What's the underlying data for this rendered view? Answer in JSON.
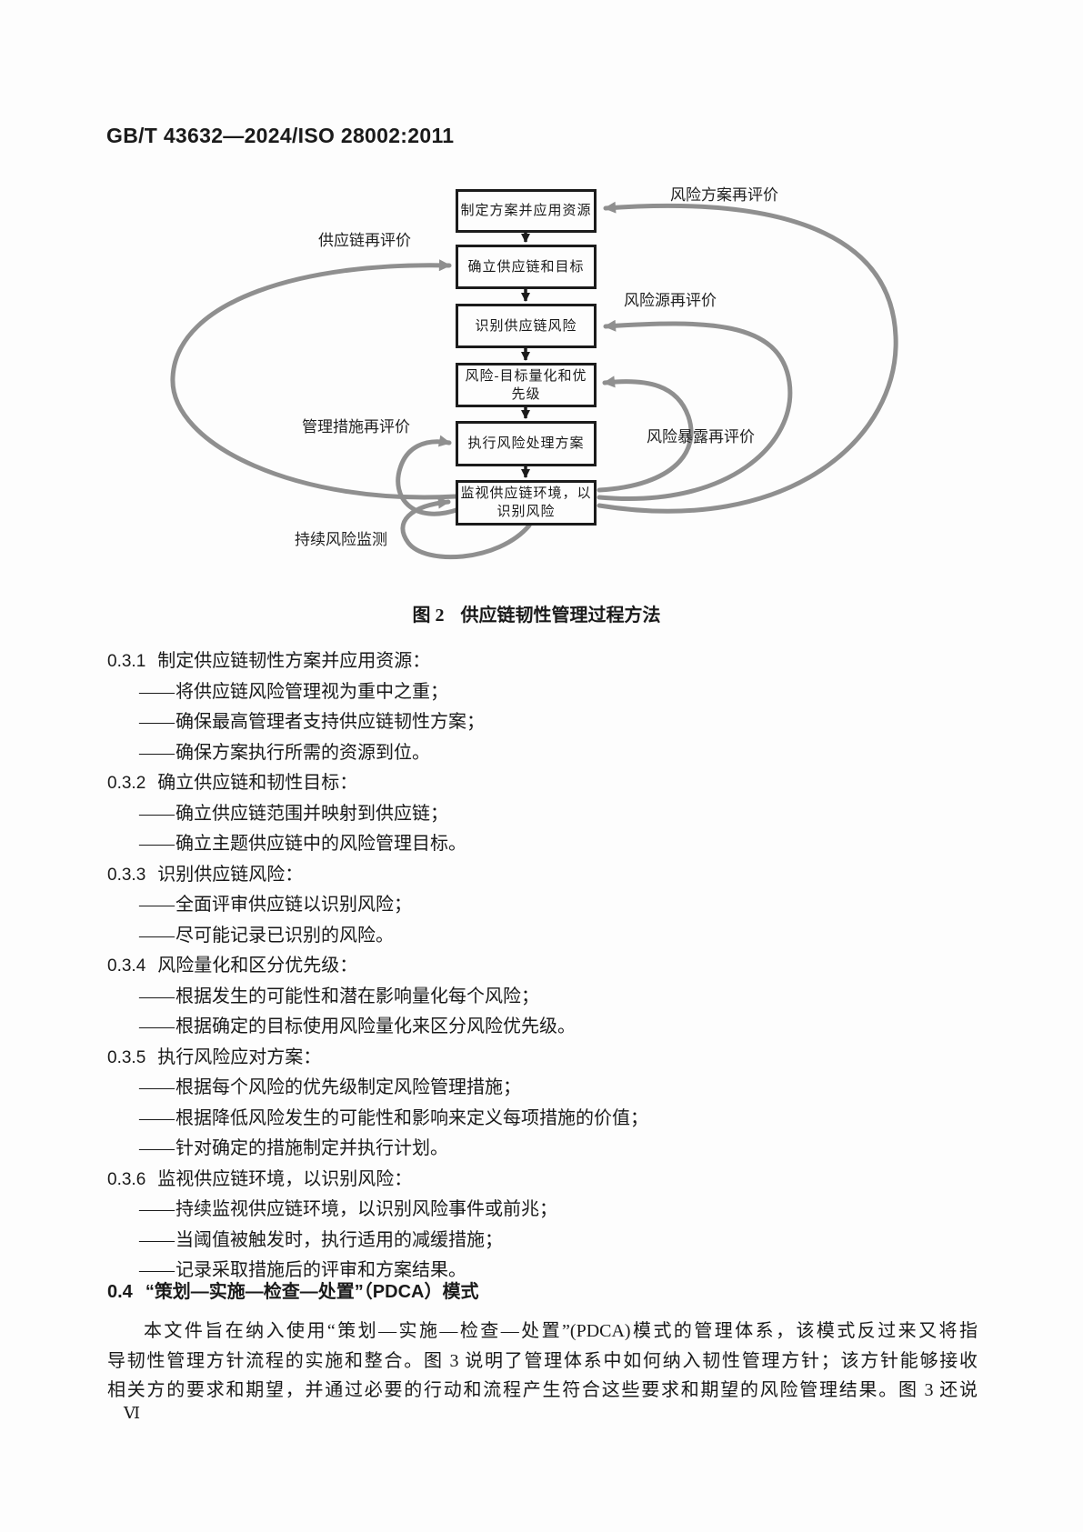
{
  "page": {
    "header": "GB/T 43632—2024/ISO 28002:2011",
    "page_number": "Ⅵ"
  },
  "colors": {
    "arrow_gray": "#8f8f8f",
    "ink_black": "#1b1b1b",
    "paper": "#fdfdfd"
  },
  "figure": {
    "caption_prefix": "图 2",
    "caption_title": "供应链韧性管理过程方法",
    "boxes": [
      {
        "label": "制定方案并应用资源"
      },
      {
        "label": "确立供应链和目标"
      },
      {
        "label": "识别供应链风险"
      },
      {
        "label": "风险-目标量化和优先级"
      },
      {
        "label": "执行风险处理方案"
      },
      {
        "label": "监视供应链环境，以识别风险"
      }
    ],
    "annotations": {
      "plan_reeval": "风险方案再评价",
      "chain_reeval": "供应链再评价",
      "source_reeval": "风险源再评价",
      "measures_reeval": "管理措施再评价",
      "exposure_reeval": "风险暴露再评价",
      "continuous_monitor": "持续风险监测"
    }
  },
  "sections": [
    {
      "number": "0.3.1",
      "title": "制定供应链韧性方案并应用资源：",
      "dash": "——",
      "items": [
        "将供应链风险管理视为重中之重；",
        "确保最高管理者支持供应链韧性方案；",
        "确保方案执行所需的资源到位。"
      ]
    },
    {
      "number": "0.3.2",
      "title": "确立供应链和韧性目标：",
      "dash": "——",
      "items": [
        "确立供应链范围并映射到供应链；",
        "确立主题供应链中的风险管理目标。"
      ]
    },
    {
      "number": "0.3.3",
      "title": "识别供应链风险：",
      "dash": "——",
      "items": [
        "全面评审供应链以识别风险；",
        "尽可能记录已识别的风险。"
      ]
    },
    {
      "number": "0.3.4",
      "title": "风险量化和区分优先级：",
      "dash": "——",
      "items": [
        "根据发生的可能性和潜在影响量化每个风险；",
        "根据确定的目标使用风险量化来区分风险优先级。"
      ]
    },
    {
      "number": "0.3.5",
      "title": "执行风险应对方案：",
      "dash": "——",
      "items": [
        "根据每个风险的优先级制定风险管理措施；",
        "根据降低风险发生的可能性和影响来定义每项措施的价值；",
        "针对确定的措施制定并执行计划。"
      ]
    },
    {
      "number": "0.3.6",
      "title": "监视供应链环境，以识别风险：",
      "dash": "——",
      "items": [
        "持续监视供应链环境，以识别风险事件或前兆；",
        "当阈值被触发时，执行适用的减缓措施；",
        "记录采取措施后的评审和方案结果。"
      ]
    }
  ],
  "pdca": {
    "number": "0.4",
    "title": "“策划—实施—检查—处置”（PDCA）模式",
    "paragraph_lines": [
      "本文件旨在纳入使用“策划—实施—检查—处置”(PDCA)模式的管理体系，该模式反过来又将指",
      "导韧性管理方针流程的实施和整合。图 3 说明了管理体系中如何纳入韧性管理方针；该方针能够接收",
      "相关方的要求和期望，并通过必要的行动和流程产生符合这些要求和期望的风险管理结果。图 3 还说"
    ]
  }
}
